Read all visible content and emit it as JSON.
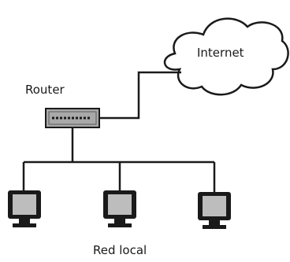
{
  "labels": {
    "internet": "Internet",
    "router": "Router",
    "network": "Red local"
  },
  "colors": {
    "line": "#1a1a1a",
    "router_body": "#a9a9a9",
    "screen": "#bdbdbd",
    "monitor": "#1a1a1a"
  },
  "computers": [
    {
      "id": "computer-1"
    },
    {
      "id": "computer-2"
    },
    {
      "id": "computer-3"
    }
  ]
}
